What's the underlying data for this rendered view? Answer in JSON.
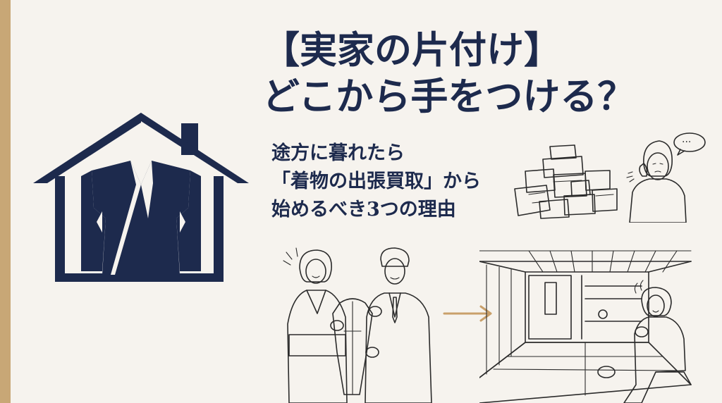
{
  "accent_colors": {
    "navy": "#1d2a4d",
    "gold": "#c8a776",
    "background": "#f6f3ee",
    "tan": "#c9a06a"
  },
  "title": {
    "line1": "【実家の片付け】",
    "line2": "どこから手をつける？"
  },
  "subtitle": {
    "line1": "途方に暮れたら",
    "line2": "「着物の出張買取」から",
    "line3": "始めるべき3つの理由"
  },
  "speech_bubble": {
    "text": "···"
  },
  "icons": {
    "logo": "house-with-kimono-icon",
    "boxes": "cardboard-boxes-pile-icon",
    "worried_woman": "worried-woman-icon",
    "appraisal": "kimono-appraisal-icon",
    "arrow": "arrow-right-icon",
    "room": "tidy-japanese-room-icon"
  }
}
